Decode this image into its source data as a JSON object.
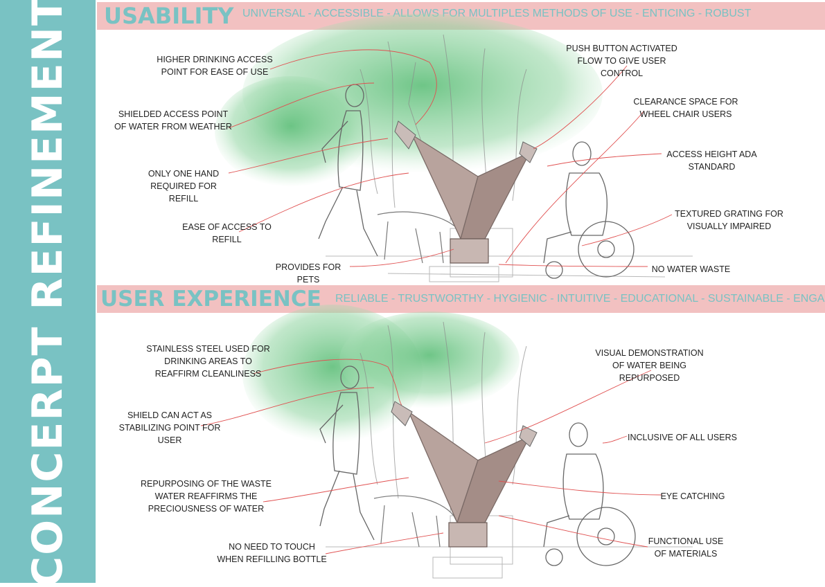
{
  "sidebar": {
    "title": "CONCERPT REFINEMENT"
  },
  "usability": {
    "title": "USABILITY",
    "subtitle": "UNIVERSAL - ACCESSIBLE - ALLOWS FOR MULTIPLES METHODS OF USE - ENTICING - ROBUST",
    "labels": {
      "higher_access": "HIGHER DRINKING ACCESS\nPOINT FOR EASE OF USE",
      "shielded": "SHIELDED ACCESS POINT\nOF WATER FROM WEATHER",
      "one_hand": "ONLY ONE HAND\nREQUIRED FOR REFILL",
      "ease_refill": "EASE OF ACCESS TO\nREFILL",
      "pets": "PROVIDES FOR PETS",
      "push_button": "PUSH BUTTON ACTIVATED\nFLOW TO GIVE USER\nCONTROL",
      "clearance": "CLEARANCE SPACE FOR\nWHEEL CHAIR USERS",
      "ada": "ACCESS HEIGHT ADA\nSTANDARD",
      "grating": "TEXTURED  GRATING FOR\nVISUALLY IMPAIRED",
      "no_waste": "NO WATER WASTE"
    }
  },
  "experience": {
    "title": "USER EXPERIENCE",
    "subtitle": "RELIABLE - TRUSTWORTHY - HYGIENIC - INTUITIVE - EDUCATIONAL - SUSTAINABLE - ENGAGING",
    "labels": {
      "stainless": "STAINLESS STEEL USED FOR\nDRINKING AREAS TO\nREAFFIRM CLEANLINESS",
      "shield": "SHIELD CAN ACT AS\nSTABILIZING POINT FOR\nUSER",
      "repurposing": "REPURPOSING OF THE WASTE\nWATER REAFFIRMS THE\nPRECIOUSNESS OF WATER",
      "no_touch": "NO NEED TO TOUCH\nWHEN REFILLING BOTTLE",
      "visual_demo": "VISUAL DEMONSTRATION\nOF WATER BEING\nREPURPOSED",
      "inclusive": "INCLUSIVE OF ALL USERS",
      "eye_catching": "EYE CATCHING",
      "functional": "FUNCTIONAL USE\nOF MATERIALS"
    }
  }
}
